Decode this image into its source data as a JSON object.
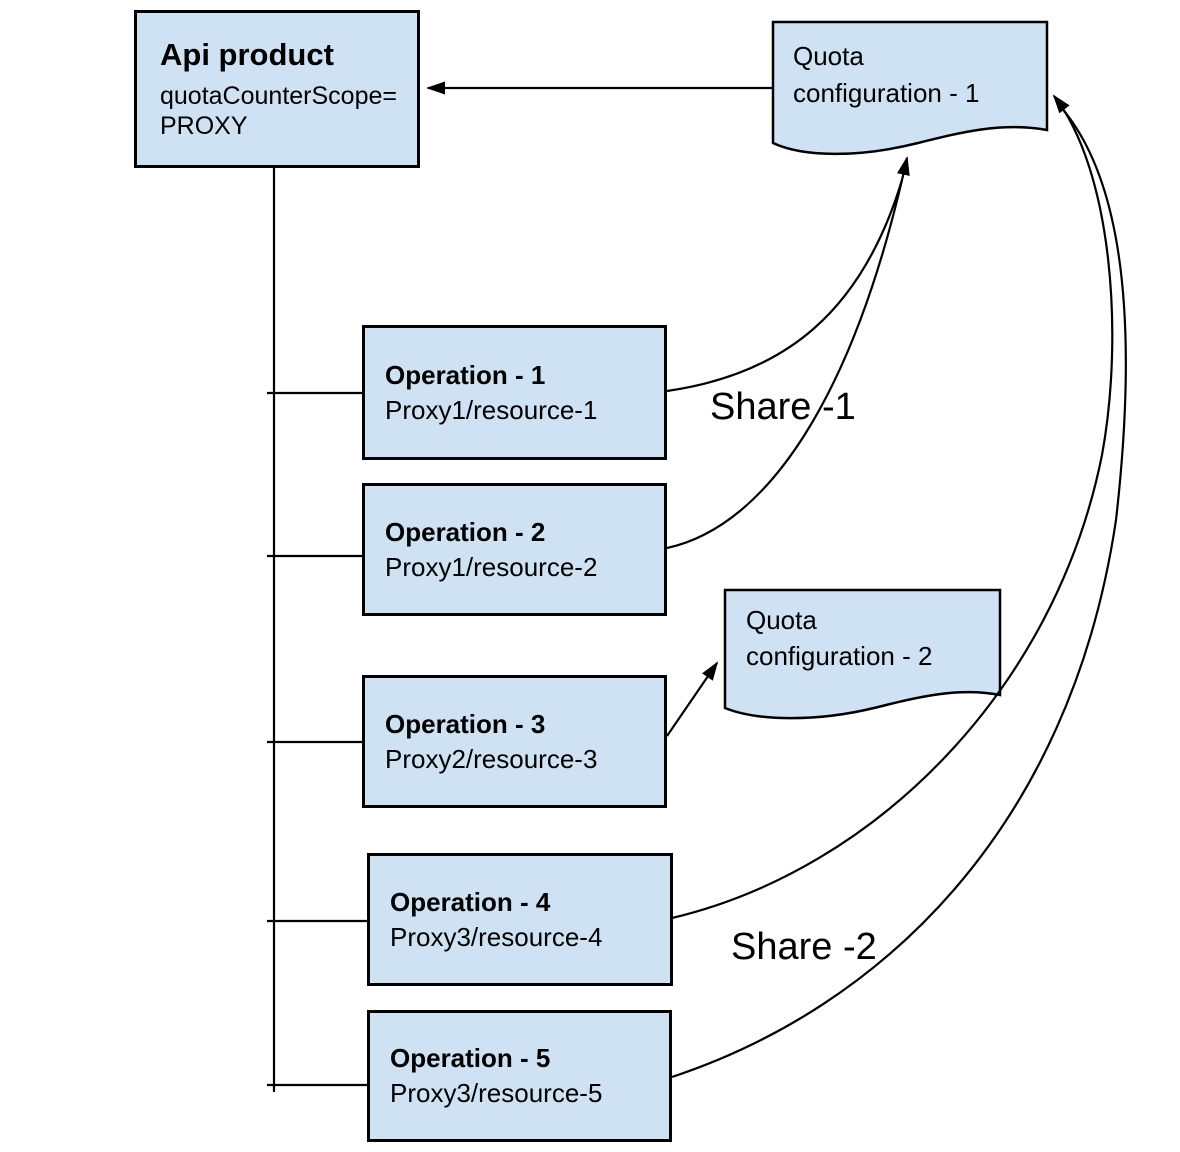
{
  "colors": {
    "canvas_bg": "#ffffff",
    "shape_fill": "#cfe2f3",
    "shape_border": "#000000",
    "line_color": "#000000",
    "text_color": "#000000"
  },
  "api_product": {
    "title": "Api product",
    "attribute_line1": "quotaCounterScope=",
    "attribute_line2": "PROXY"
  },
  "quota_configs": [
    {
      "line1": "Quota",
      "line2": "configuration - 1"
    },
    {
      "line1": "Quota",
      "line2": "configuration - 2"
    }
  ],
  "operations": [
    {
      "title": "Operation - 1",
      "subtitle": "Proxy1/resource-1"
    },
    {
      "title": "Operation - 2",
      "subtitle": "Proxy1/resource-2"
    },
    {
      "title": "Operation - 3",
      "subtitle": "Proxy2/resource-3"
    },
    {
      "title": "Operation - 4",
      "subtitle": "Proxy3/resource-4"
    },
    {
      "title": "Operation - 5",
      "subtitle": "Proxy3/resource-5"
    }
  ],
  "labels": {
    "share1": "Share -1",
    "share2": "Share -2"
  }
}
